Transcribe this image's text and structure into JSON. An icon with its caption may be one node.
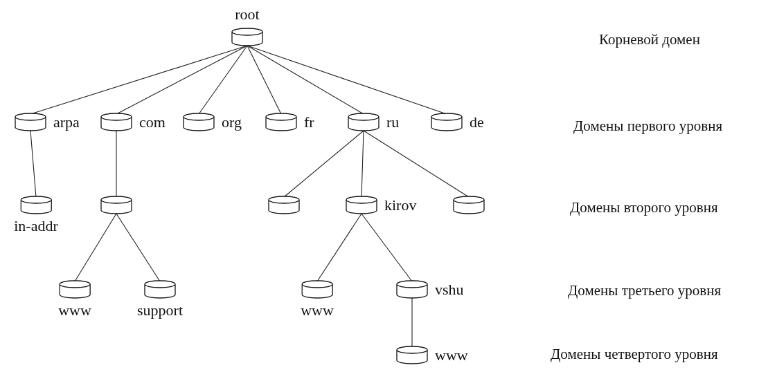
{
  "diagram": {
    "nodes": [
      {
        "text": [
          "root"
        ]
      },
      {
        "text": [
          "arpa"
        ]
      },
      {
        "text": [
          "com"
        ]
      },
      {
        "text": [
          "org"
        ]
      },
      {
        "text": [
          "fr"
        ]
      },
      {
        "text": [
          "ru"
        ]
      },
      {
        "text": [
          "de"
        ]
      },
      {
        "text": [
          "in-addr"
        ]
      },
      {
        "text": [],
        "shape": "cylinder"
      },
      {
        "text": [],
        "shape": "cylinder"
      },
      {
        "text": [
          "kirov"
        ]
      },
      {
        "text": [],
        "shape": "cylinder"
      },
      {
        "text": [
          "www"
        ]
      },
      {
        "text": [
          "support"
        ]
      },
      {
        "text": [
          "www"
        ]
      },
      {
        "text": [
          "vshu"
        ]
      },
      {
        "text": [
          "www"
        ]
      }
    ],
    "edges": [
      {
        "from": 0,
        "to": 1,
        "arrow": "none"
      },
      {
        "from": 0,
        "to": 2,
        "arrow": "none"
      },
      {
        "from": 0,
        "to": 3,
        "arrow": "none"
      },
      {
        "from": 0,
        "to": 4,
        "arrow": "none"
      },
      {
        "from": 0,
        "to": 5,
        "arrow": "none"
      },
      {
        "from": 0,
        "to": 6,
        "arrow": "none"
      },
      {
        "from": 1,
        "to": 7,
        "arrow": "none"
      },
      {
        "from": 2,
        "to": 8,
        "arrow": "none"
      },
      {
        "from": 8,
        "to": 12,
        "arrow": "none"
      },
      {
        "from": 8,
        "to": 13,
        "arrow": "none"
      },
      {
        "from": 5,
        "to": 9,
        "arrow": "none"
      },
      {
        "from": 5,
        "to": 10,
        "arrow": "none"
      },
      {
        "from": 5,
        "to": 11,
        "arrow": "none"
      },
      {
        "from": 10,
        "to": 14,
        "arrow": "none"
      },
      {
        "from": 10,
        "to": 15,
        "arrow": "none"
      },
      {
        "from": 15,
        "to": 16,
        "arrow": "none"
      }
    ],
    "labels": [
      "Корневой домен",
      "Домены первого уровня",
      "Домены второго уровня",
      "Домены третьего уровня",
      "Домены четвертого уровня"
    ]
  }
}
